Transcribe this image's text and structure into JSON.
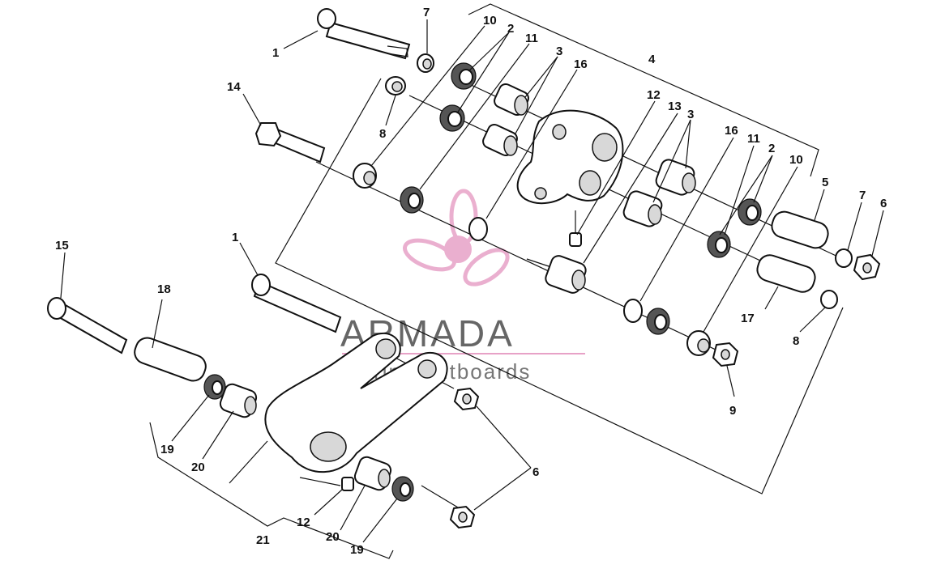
{
  "diagram": {
    "watermark": {
      "brand": "ARMADA",
      "tagline": "marine outboards",
      "logo_color": "#e7a2c7"
    },
    "callouts": {
      "c1_top": "1",
      "c7_top": "7",
      "c10_top": "10",
      "c2_top": "2",
      "c11_top": "11",
      "c3_top": "3",
      "c16_top": "16",
      "c4": "4",
      "c14": "14",
      "c8_left": "8",
      "c12_top": "12",
      "c13": "13",
      "c3_right": "3",
      "c16_right": "16",
      "c11_right": "11",
      "c2_right": "2",
      "c10_right": "10",
      "c5": "5",
      "c7_right": "7",
      "c6_right": "6",
      "c17": "17",
      "c8_right": "8",
      "c9": "9",
      "c15": "15",
      "c18": "18",
      "c1_mid": "1",
      "c19_left": "19",
      "c20_left": "20",
      "c6_bottom": "6",
      "c12_bottom": "12",
      "c20_bottom": "20",
      "c19_bottom": "19",
      "c21": "21"
    }
  }
}
